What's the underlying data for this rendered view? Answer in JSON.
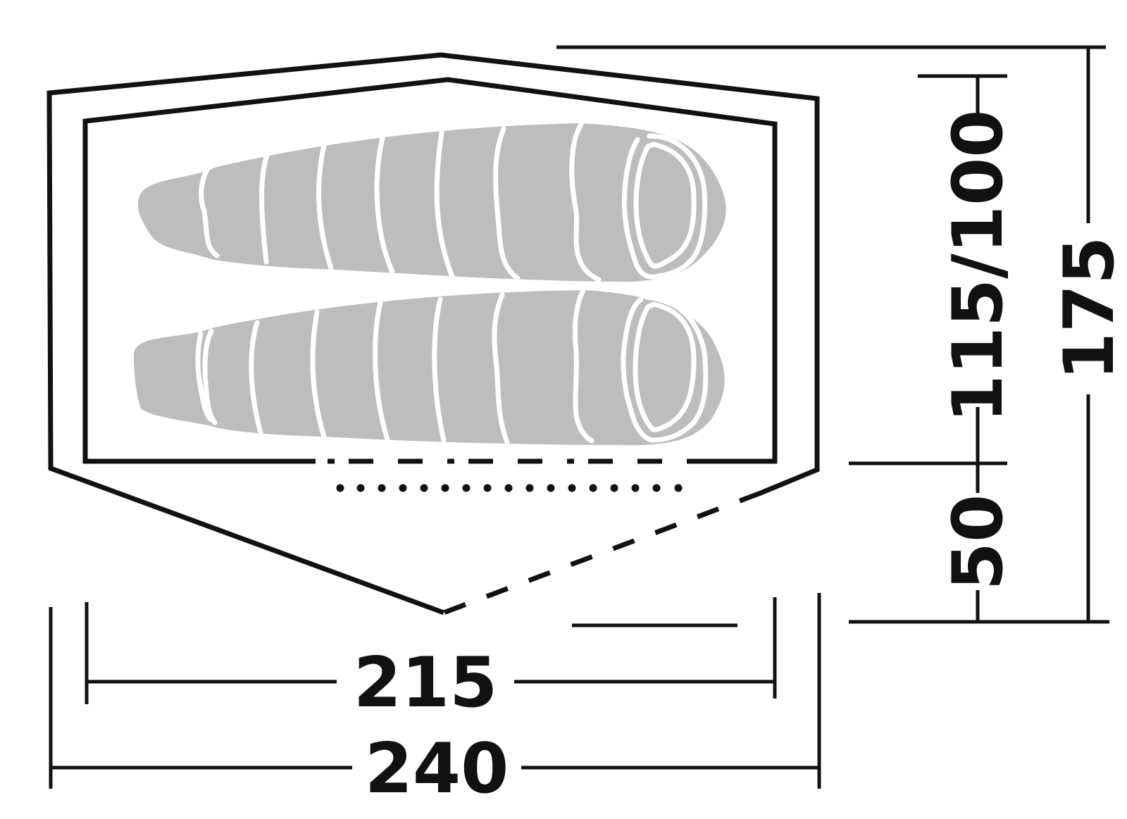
{
  "dimensions": {
    "inner_width": "215",
    "outer_width": "240",
    "depth_total": "175",
    "inner_heights": "115/100",
    "vestibule_depth": "50"
  },
  "colors": {
    "line": "#111111",
    "sleeping_bag_fill": "#bdbdbd",
    "sleeping_bag_seam": "#ffffff",
    "background": "#ffffff"
  },
  "sleeping_bags": {
    "count": 2
  }
}
